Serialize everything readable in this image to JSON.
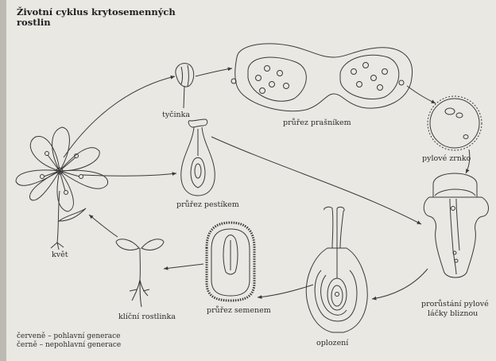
{
  "title": "Životní cyklus krytosemenných rostlin",
  "labels": {
    "tycinka": "tyčinka",
    "prurez_prasnikem": "průřez prašníkem",
    "pylove_zrnko": "pylové zrnko",
    "prurez_pestikem": "průřez pestíkem",
    "kvet": "květ",
    "prorustani_line1": "prorůstání pylové",
    "prorustani_line2": "láčky bliznou",
    "oplozeni": "oplození",
    "prurez_semenem": "průřez semenem",
    "klicni_rostlinka": "klíční rostlinka"
  },
  "legend": {
    "line1": "červeně – pohlavní generace",
    "line2": "černě – nepohlavní generace"
  }
}
